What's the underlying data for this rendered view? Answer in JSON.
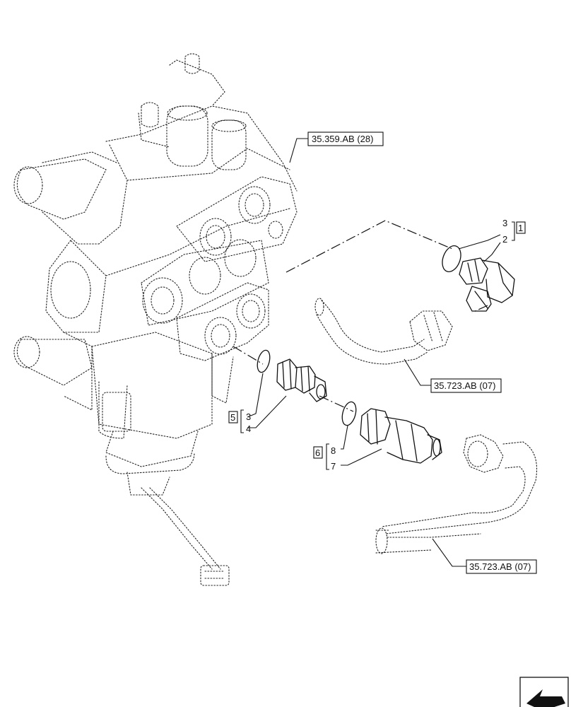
{
  "references": {
    "valve": "35.359.AB (28)",
    "hose_upper": "35.723.AB (07)",
    "hose_lower": "35.723.AB (07)"
  },
  "callouts": {
    "group1": {
      "box": "1",
      "top": "3",
      "bottom": "2"
    },
    "group5": {
      "box": "5",
      "top": "3",
      "bottom": "4"
    },
    "group6": {
      "box": "6",
      "top": "8",
      "bottom": "7"
    }
  },
  "icons": {
    "nav": "arrow-icon"
  }
}
